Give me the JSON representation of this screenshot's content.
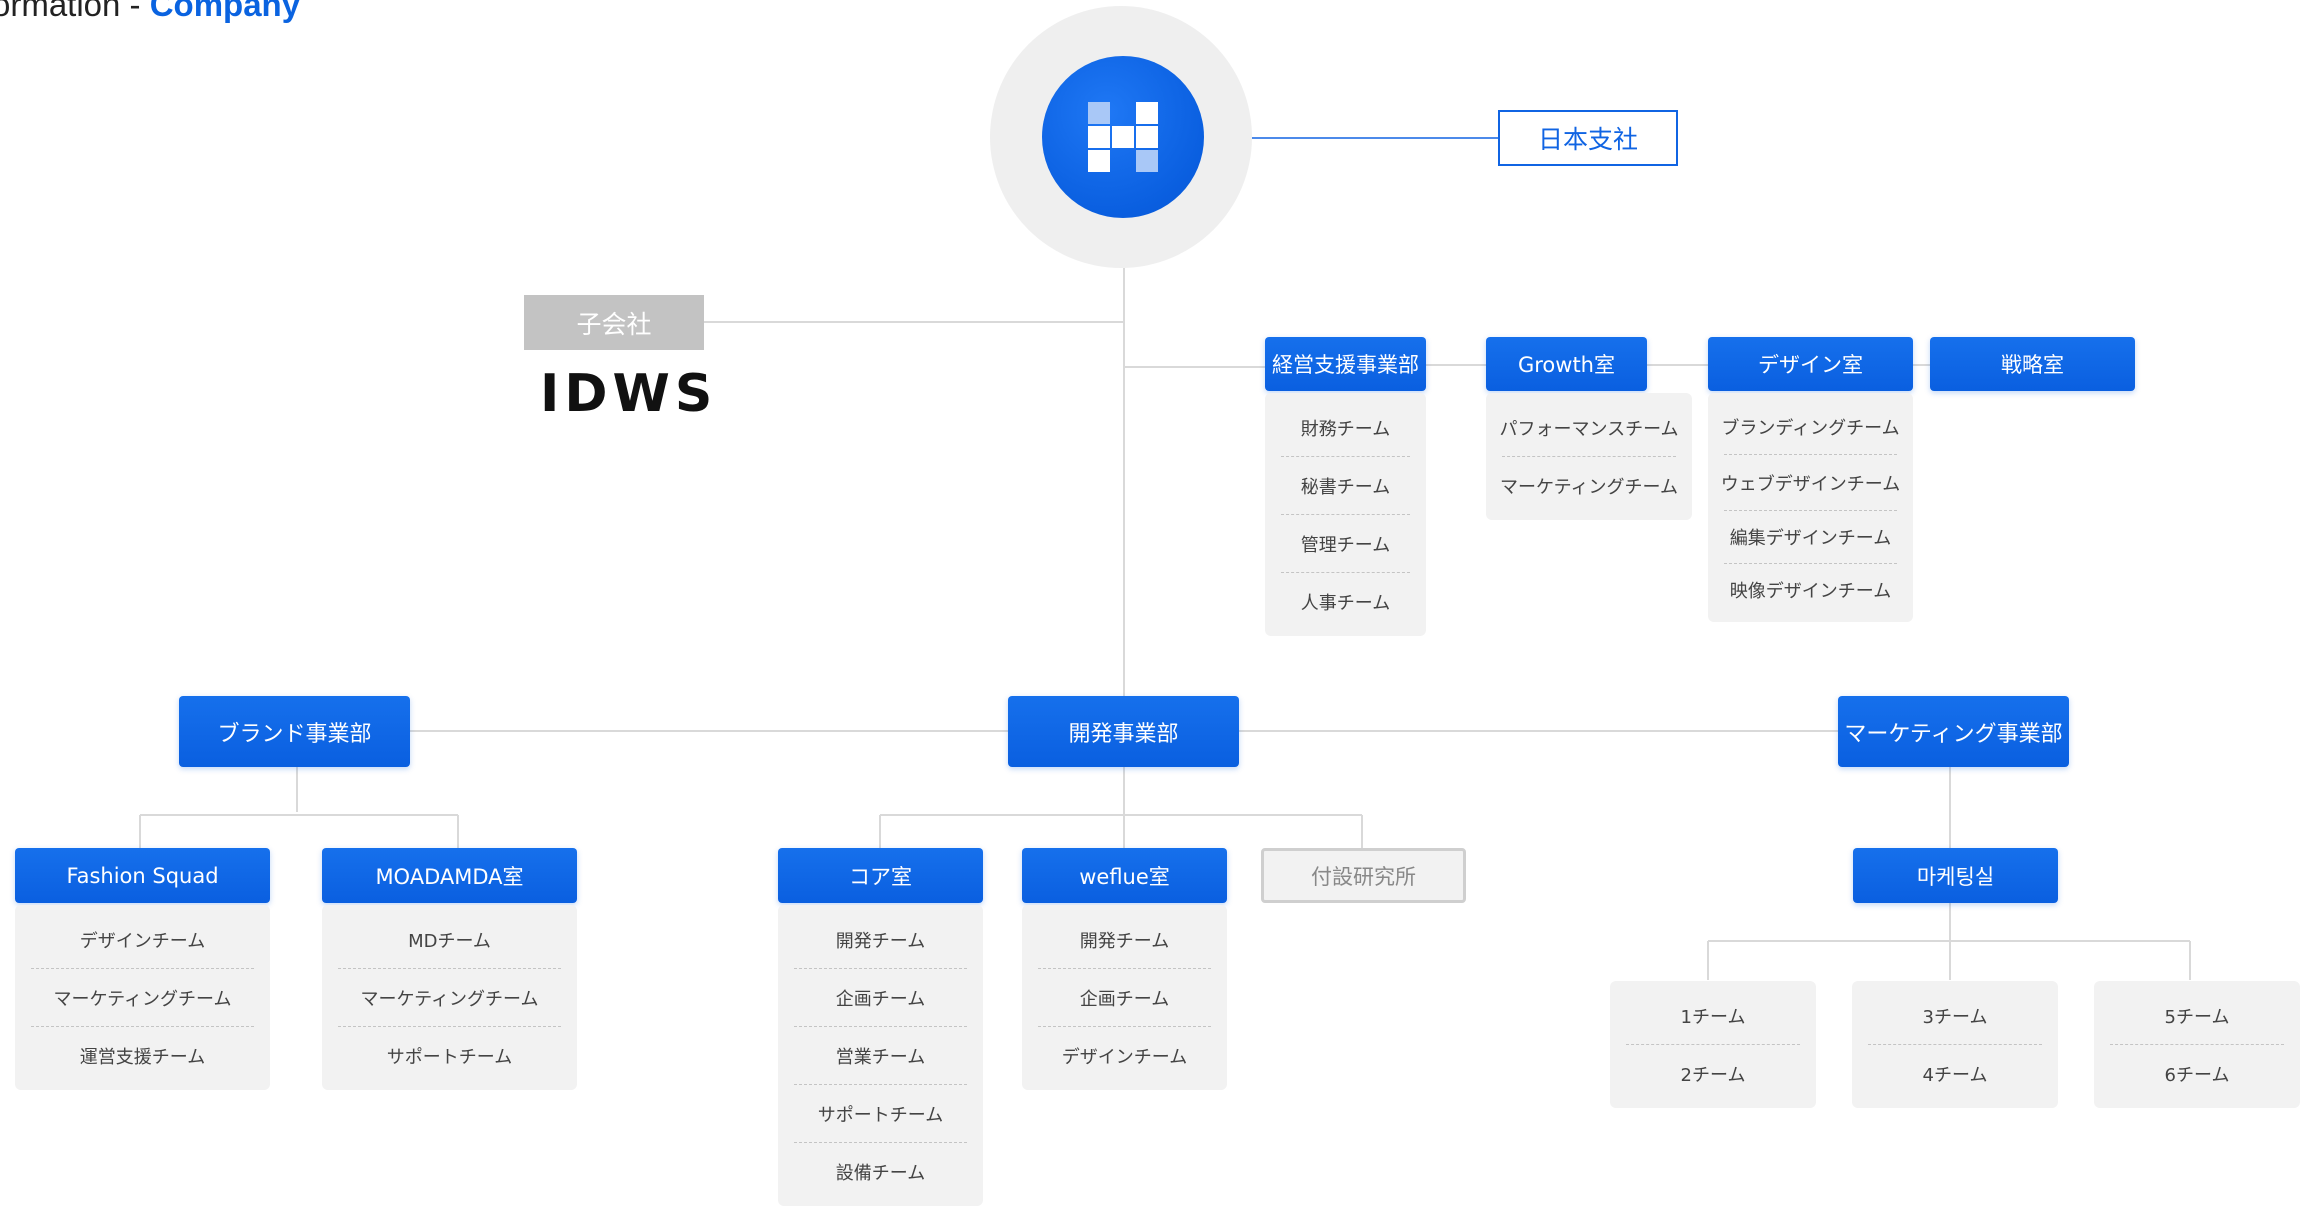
{
  "title": {
    "prefix": "ormation - ",
    "accent": "Company"
  },
  "japan_branch": "日本支社",
  "subsidiary": {
    "tag": "子会社",
    "name": "IDWS"
  },
  "top_depts": [
    {
      "name": "経営支援事業部",
      "teams": [
        "財務チーム",
        "秘書チーム",
        "管理チーム",
        "人事チーム"
      ]
    },
    {
      "name": "Growth室",
      "teams": [
        "パフォーマンスチーム",
        "マーケティングチーム"
      ]
    },
    {
      "name": "デザイン室",
      "teams": [
        "ブランディングチーム",
        "ウェブデザインチーム",
        "編集デザインチーム",
        "映像デザインチーム"
      ]
    },
    {
      "name": "戦略室",
      "teams": []
    }
  ],
  "divisions": {
    "brand": {
      "name": "ブランド事業部",
      "units": [
        {
          "name": "Fashion Squad",
          "teams": [
            "デザインチーム",
            "マーケティングチーム",
            "運営支援チーム"
          ]
        },
        {
          "name": "MOADAMDA室",
          "teams": [
            "MDチーム",
            "マーケティングチーム",
            "サポートチーム"
          ]
        }
      ]
    },
    "dev": {
      "name": "開発事業部",
      "units": [
        {
          "name": "コア室",
          "teams": [
            "開発チーム",
            "企画チーム",
            "営業チーム",
            "サポートチーム",
            "設備チーム"
          ]
        },
        {
          "name": "weflue室",
          "teams": [
            "開発チーム",
            "企画チーム",
            "デザインチーム"
          ]
        }
      ],
      "lab": "付設研究所"
    },
    "marketing": {
      "name": "マーケティング事業部",
      "unit": "마케팅실",
      "groups": [
        [
          "1チーム",
          "2チーム"
        ],
        [
          "3チーム",
          "4チーム"
        ],
        [
          "5チーム",
          "6チーム"
        ]
      ]
    }
  }
}
